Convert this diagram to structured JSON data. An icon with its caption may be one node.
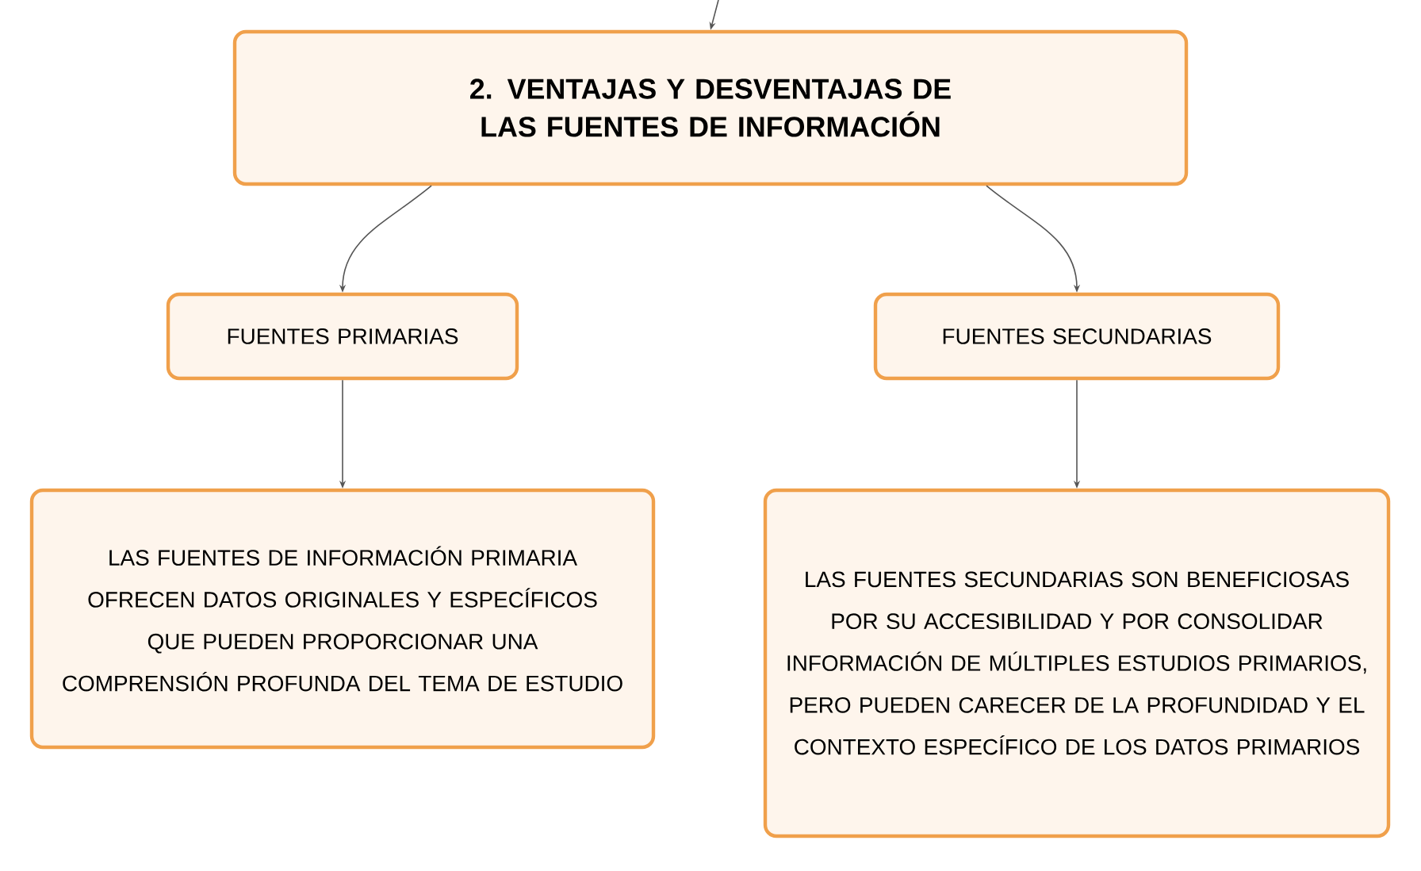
{
  "diagram": {
    "nodes": [
      {
        "text": [
          "2. VENTAJAS Y DESVENTAJAS DE LAS FUENTES DE INFORMACIÓN"
        ]
      },
      {
        "text": [
          "FUENTES PRIMARIAS"
        ]
      },
      {
        "text": [
          "FUENTES SECUNDARIAS"
        ]
      },
      {
        "text": [
          "LAS FUENTES DE INFORMACIÓN PRIMARIA OFRECEN DATOS ORIGINALES Y ESPECÍFICOS QUE PUEDEN PROPORCIONAR UNA COMPRENSIÓN PROFUNDA DEL TEMA DE ESTUDIO"
        ]
      },
      {
        "text": [
          "LAS FUENTES SECUNDARIAS SON BENEFICIOSAS POR SU ACCESIBILIDAD Y POR CONSOLIDAR INFORMACIÓN DE MÚLTIPLES ESTUDIOS PRIMARIOS, PERO PUEDEN CARECER DE LA PROFUNDIDAD Y EL CONTEXTO ESPECÍFICO DE LOS DATOS PRIMARIOS"
        ]
      }
    ],
    "edges": [
      {
        "from": null,
        "to": 0,
        "arrow": "to"
      },
      {
        "from": 0,
        "to": 1,
        "arrow": "to"
      },
      {
        "from": 0,
        "to": 2,
        "arrow": "to"
      },
      {
        "from": 1,
        "to": 3,
        "arrow": "to"
      },
      {
        "from": 2,
        "to": 4,
        "arrow": "to"
      }
    ]
  }
}
